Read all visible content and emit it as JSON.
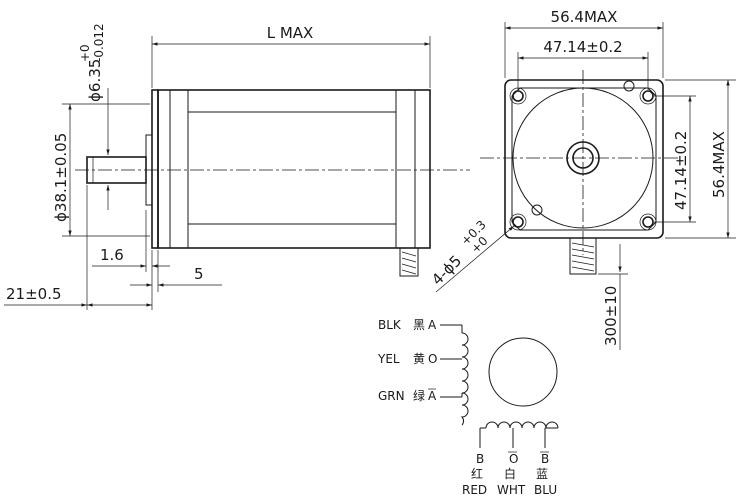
{
  "dimensions": {
    "length": "L MAX",
    "shaft_dia": "ϕ6.35",
    "shaft_tol_upper": "+0",
    "shaft_tol_lower": "-0.012",
    "boss_dia": "ϕ38.1±0.05",
    "boss_height": "1.6",
    "flange_thickness": "5",
    "shaft_length": "21±0.5",
    "frame_width": "56.4MAX",
    "hole_spacing_h": "47.14±0.2",
    "hole_spacing_v": "47.14±0.2",
    "frame_height": "56.4MAX",
    "mount_holes": "4-ϕ5",
    "mount_holes_tol_upper": "+0.3",
    "mount_holes_tol_lower": "+0",
    "lead_length": "300±10"
  },
  "wiring": {
    "coil_a": {
      "top": {
        "en": "BLK",
        "cn": "黑",
        "phase": "A"
      },
      "mid": {
        "en": "YEL",
        "cn": "黄",
        "phase": "O"
      },
      "bot": {
        "en": "GRN",
        "cn": "绿",
        "phase": "A"
      }
    },
    "coil_b": {
      "left": {
        "phase": "B",
        "cn": "红",
        "en": "RED"
      },
      "mid": {
        "phase": "O",
        "cn": "白",
        "en": "WHT"
      },
      "right": {
        "phase": "B",
        "cn": "蓝",
        "en": "BLU"
      }
    }
  }
}
